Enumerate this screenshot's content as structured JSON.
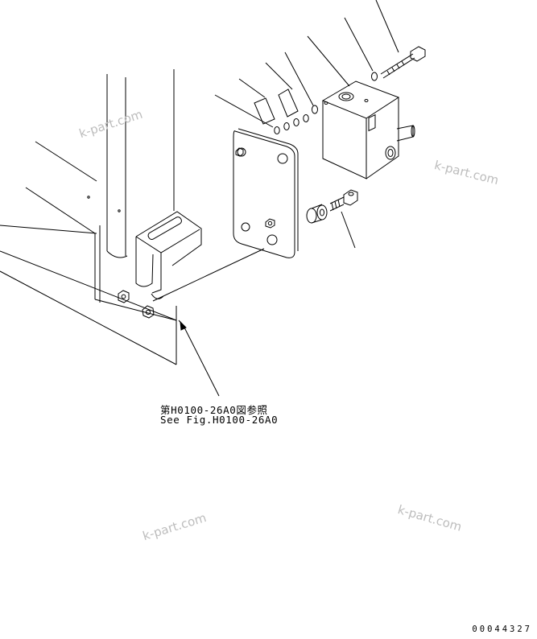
{
  "reference": {
    "japanese": "第H0100-26A0図参照",
    "english": "See Fig.H0100-26A0"
  },
  "watermarks": [
    "k-part.com",
    "k-part.com",
    "k-part.com",
    "k-part.com"
  ],
  "diagram_code": "00044327"
}
